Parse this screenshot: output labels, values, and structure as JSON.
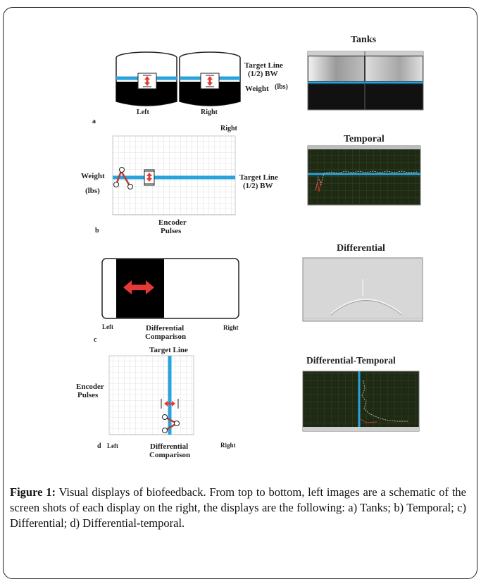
{
  "panel_a": {
    "tank_left_label": "Left",
    "tank_right_label": "Right",
    "target_line_label": "Target Line",
    "target_line_sub": "(1/2) BW",
    "weight_label": "Weight",
    "weight_unit": "(lbs)",
    "letter": "a"
  },
  "panel_b": {
    "right_label": "Right",
    "weight_label": "Weight",
    "weight_unit": "(lbs)",
    "target_line_label": "Target Line",
    "target_line_sub": "(1/2) BW",
    "encoder_label": "Encoder",
    "encoder_label2": "Pulses",
    "letter": "b"
  },
  "panel_c": {
    "left_label": "Left",
    "right_label": "Right",
    "diff_label": "Differential",
    "diff_label2": "Comparison",
    "letter": "c"
  },
  "panel_d": {
    "target_line_label": "Target Line",
    "encoder_label": "Encoder",
    "encoder_label2": "Pulses",
    "left_label": "Left",
    "right_label": "Right",
    "diff_label": "Differential",
    "diff_label2": "Comparison",
    "letter": "d"
  },
  "screens": {
    "tanks_title": "Tanks",
    "temporal_title": "Temporal",
    "differential_title": "Differential",
    "diff_temporal_title": "Differential-Temporal"
  },
  "caption": {
    "lead": "Figure 1:",
    "text": " Visual displays of biofeedback. From top to bottom, left images are a schematic of the screen shots of each display on the right, the displays are the following: a) Tanks; b) Temporal; c) Differential; d) Differential-temporal."
  },
  "colors": {
    "target_blue": "#2aa3dc",
    "arrow_red": "#e53935",
    "screen_green": "#1e2a14"
  }
}
